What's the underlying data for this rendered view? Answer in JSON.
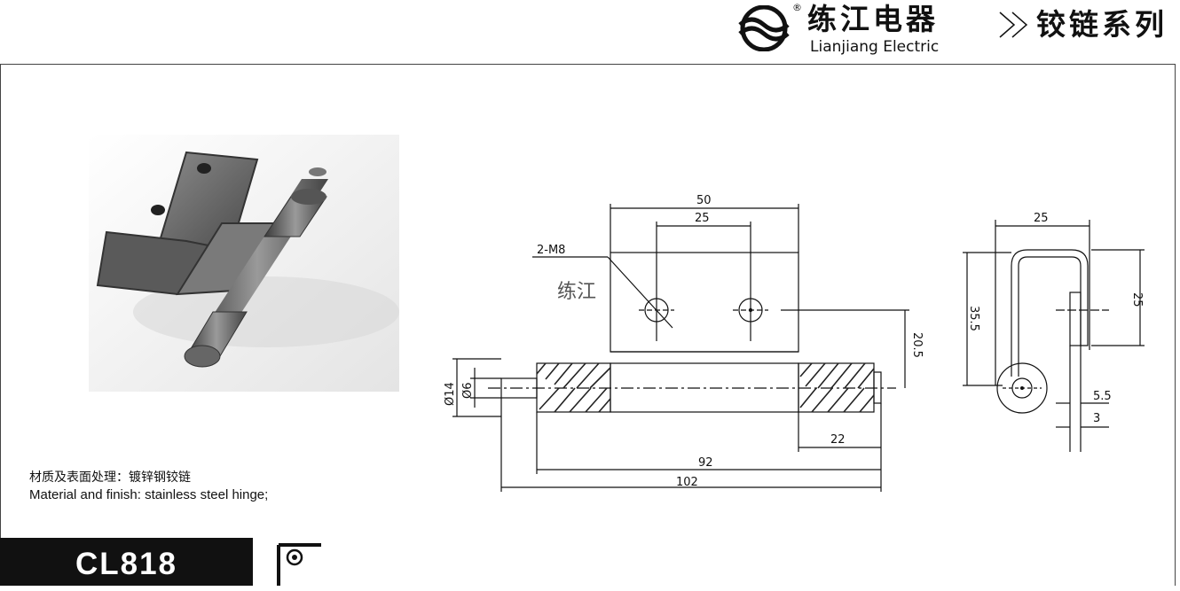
{
  "header": {
    "registered_mark": "®",
    "brand_cn": "练江电器",
    "brand_en": "Lianjiang Electric",
    "series_title": "铰链系列",
    "logo_icon": "waves-logo-icon",
    "chevron_icon": "double-chevron-right-icon"
  },
  "drawing": {
    "dim_top_outer": "50",
    "dim_top_inner": "25",
    "hole_label": "2-M8",
    "watermark": "练江",
    "dim_height": "20.5",
    "dim_d14": "Ø14",
    "dim_d6": "Ø6",
    "dim_22": "22",
    "dim_92": "92",
    "dim_102": "102",
    "side_top": "25",
    "side_left": "35.5",
    "side_right": "25",
    "side_55": "5.5",
    "side_3": "3"
  },
  "material": {
    "cn": "材质及表面处理：镀锌钢铰链",
    "en": "Material and finish: stainless steel hinge;"
  },
  "model": {
    "code": "CL818",
    "symbol_icon": "hinge-symbol-icon"
  },
  "colors": {
    "accent": "#111111",
    "hatch": "#222222"
  }
}
